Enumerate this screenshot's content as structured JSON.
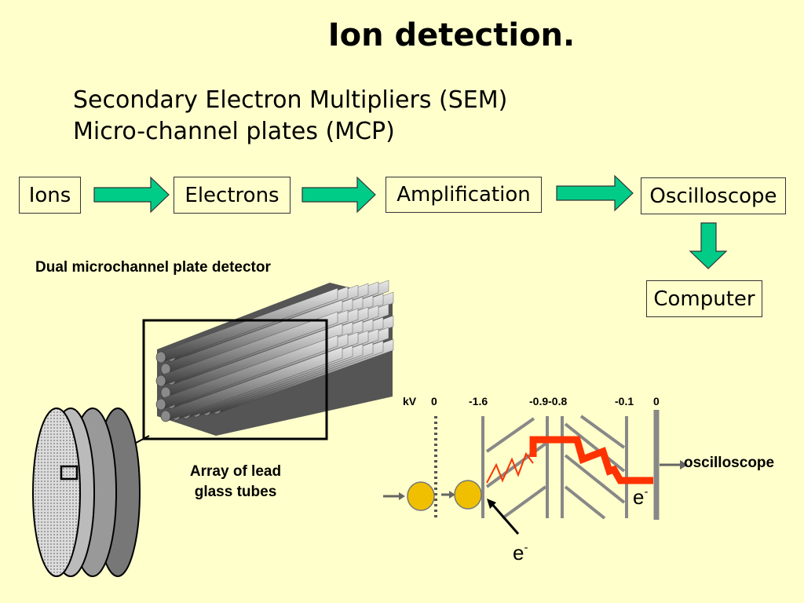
{
  "title": "Ion detection.",
  "subtitles": [
    "Secondary Electron Multipliers (SEM)",
    "Micro-channel plates (MCP)"
  ],
  "flow": {
    "ions": "Ions",
    "electrons": "Electrons",
    "amplification": "Amplification",
    "oscilloscope": "Oscilloscope",
    "computer": "Computer"
  },
  "mcp_label": "Dual microchannel plate detector",
  "array_label_1": "Array of lead",
  "array_label_2": "glass tubes",
  "kv_labels": {
    "kv": "kV",
    "v0": "0",
    "v1": "-1.6",
    "v2": "-0.9-0.8",
    "v3": "-0.1",
    "v4": "0"
  },
  "oscilloscope_label": "oscilloscope",
  "electron_label": "e",
  "electron_sup": "-",
  "colors": {
    "arrow": "#00cc88",
    "background": "#ffffcc",
    "signal": "#ff3300",
    "ion": "#f0c000"
  }
}
